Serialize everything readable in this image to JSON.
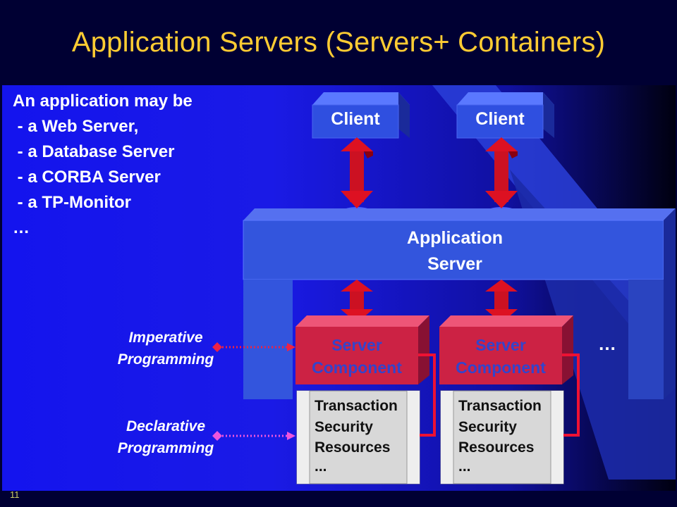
{
  "title": "Application Servers (Servers+ Containers)",
  "bullets": {
    "intro": "An application may be",
    "items": [
      " - a Web Server,",
      " - a Database Server",
      " - a CORBA Server",
      " - a TP-Monitor"
    ],
    "more": "…"
  },
  "diagram": {
    "client_label": "Client",
    "app_server_line1": "Application",
    "app_server_line2": "Server",
    "component_line1": "Server",
    "component_line2": "Component",
    "services": [
      "Transaction",
      "Security",
      "Resources",
      "..."
    ],
    "ellipsis": "…",
    "imperative_line1": "Imperative",
    "imperative_line2": "Programming",
    "declarative_line1": "Declarative",
    "declarative_line2": "Programming"
  },
  "slide_number": "11",
  "colors": {
    "title": "#ffcc33",
    "client_box": "#2c44d8",
    "server_bar": "#3355dd",
    "component_box": "#cc2244",
    "component_text": "#3344cc",
    "arrow_red": "#cc1122",
    "imperative_connector": "#ee2244",
    "declarative_connector": "#ee55dd"
  }
}
